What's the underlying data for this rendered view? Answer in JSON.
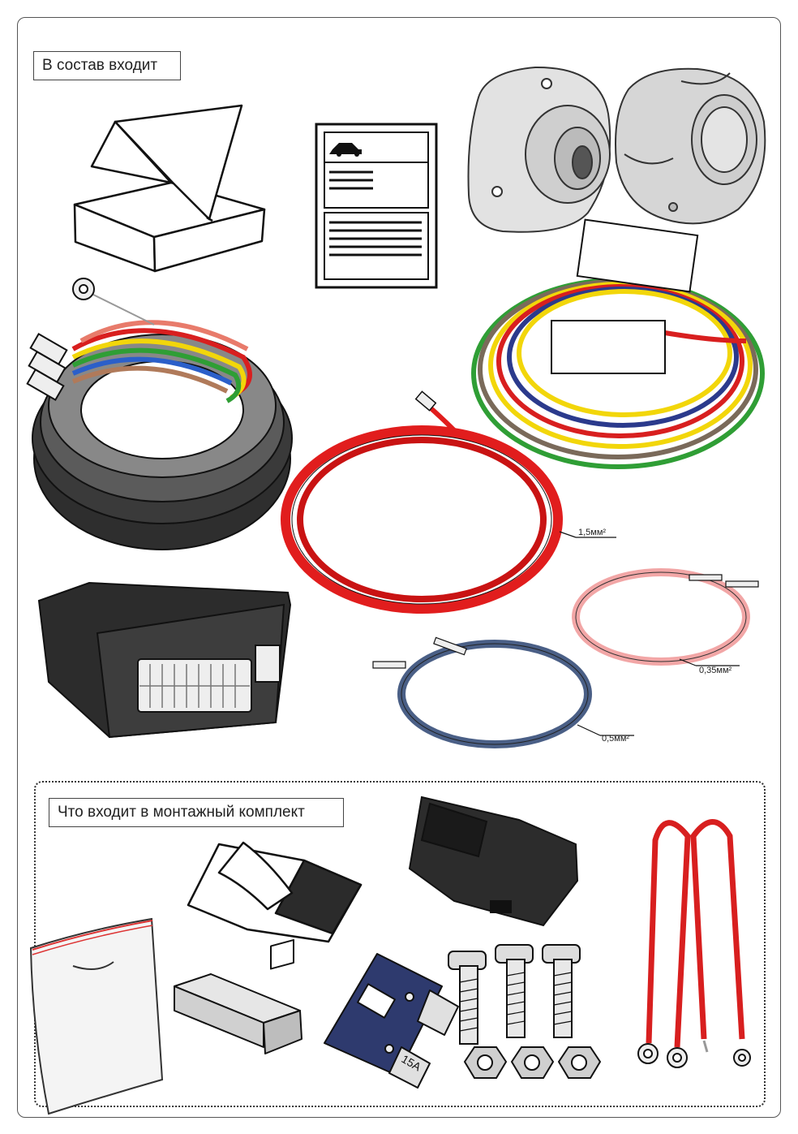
{
  "sections": {
    "main": {
      "title": "В состав входит"
    },
    "kit": {
      "title": "Что входит в монтажный комплект"
    }
  },
  "items": {
    "box": {
      "icon": "box-icon"
    },
    "manual": {
      "icon": "manual-icon"
    },
    "socket": {
      "icon": "socket-icon"
    },
    "socket_cover": {
      "icon": "socket-cover-icon"
    },
    "harness_large": {
      "icon": "wiring-harness-icon"
    },
    "harness_colored": {
      "icon": "wiring-harness-icon"
    },
    "control_unit": {
      "icon": "control-unit-icon"
    },
    "wire_red": {
      "label": "1,5мм²",
      "color": "#e11d1d"
    },
    "wire_pink": {
      "label": "0,35мм²",
      "color": "#f2a6a6"
    },
    "wire_blue": {
      "label": "0,5мм²",
      "color": "#4a5f86"
    },
    "tape": {
      "icon": "double-sided-tape-icon"
    },
    "bag": {
      "icon": "zip-bag-icon"
    },
    "connector": {
      "icon": "connector-icon"
    },
    "insulator": {
      "icon": "insulator-icon"
    },
    "fuse": {
      "label": "15А",
      "color": "#2e3a6e"
    },
    "bolts": {
      "icon": "bolt-icon",
      "count": 3
    },
    "jumper_wires": {
      "icon": "jumper-wire-icon",
      "color": "#d81f1f"
    }
  }
}
